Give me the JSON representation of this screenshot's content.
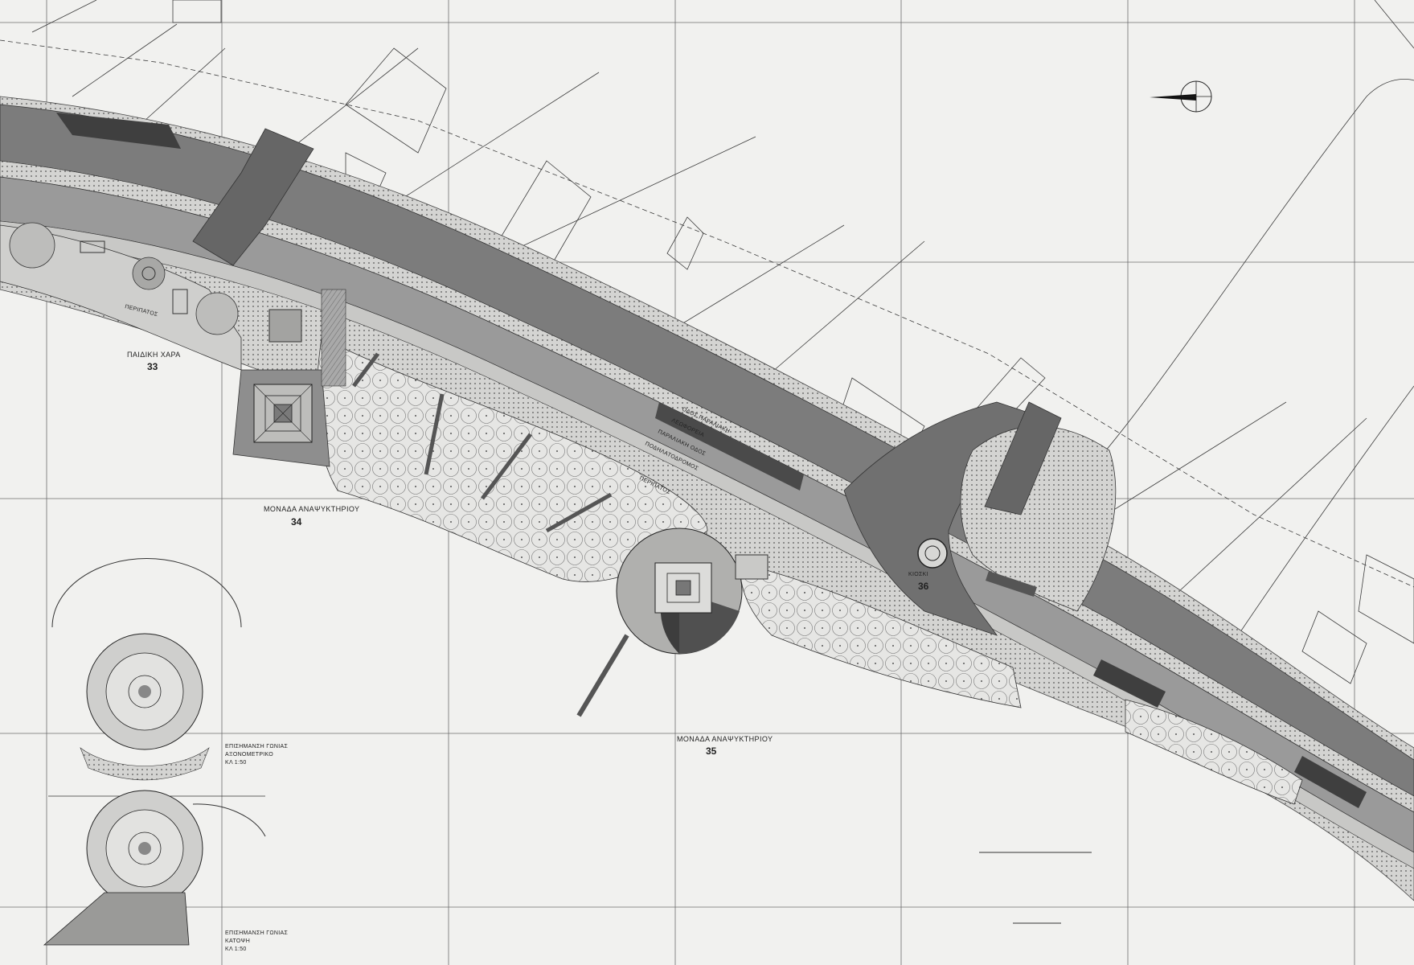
{
  "colors": {
    "paper": "#f1f1ef",
    "road_dark": "#5e5e5e",
    "road_mid": "#8a8a8a",
    "pavement": "#b9b9b9",
    "ink": "#2a2a2a"
  },
  "labels": {
    "unit_33_name": "ΠΑΙΔΙΚΗ ΧΑΡΑ",
    "unit_33_num": "33",
    "unit_34_name": "ΜΟΝΑΔΑ ΑΝΑΨΥΚΤΗΡΙΟΥ",
    "unit_34_num": "34",
    "unit_35_name": "ΜΟΝΑΔΑ ΑΝΑΨΥΚΤΗΡΙΟΥ",
    "unit_35_num": "35",
    "unit_36_name": "ΚΙΟΣΚΙ",
    "unit_36_num": "36",
    "promenade_left": "ΠΕΡΙΠΑΤΟΣ",
    "promenade_mid": "ΠΕΡΙΠΑΤΟΣ",
    "road_1": "ΟΔΟΣ ΠΑΡΑΛΙΑΚΗ",
    "road_2": "ΛΕΩΦΟΡΕΙΑ",
    "road_3": "ΠΑΡΑΛΙΑΚΗ ΟΔΟΣ",
    "road_4": "ΠΟΔΗΛΑΤΟΔΡΟΜΟΣ",
    "detail_1_title": "ΕΠΙΣΗΜΑΝΣΗ ΓΩΝΙΑΣ",
    "detail_1_sub": "ΑΞΟΝΟΜΕΤΡΙΚΟ",
    "detail_1_scale": "ΚΛ 1:50",
    "detail_2_title": "ΕΠΙΣΗΜΑΝΣΗ ΓΩΝΙΑΣ",
    "detail_2_sub": "ΚΑΤΟΨΗ",
    "detail_2_scale": "ΚΛ 1:50"
  },
  "icons": {
    "north_arrow": "north-arrow-icon"
  }
}
